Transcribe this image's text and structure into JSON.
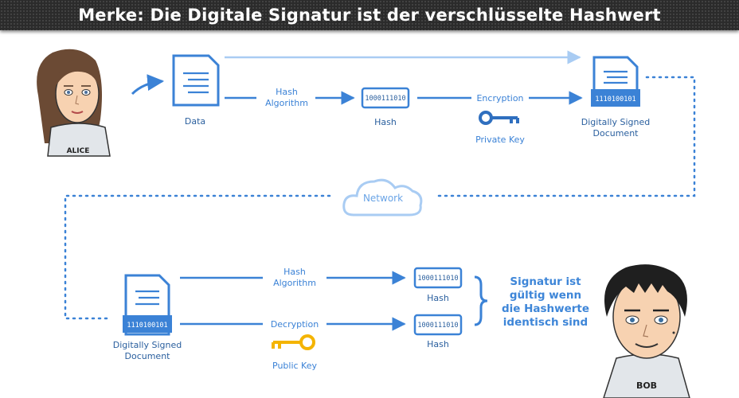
{
  "banner": {
    "title": "Merke: Die Digitale Signatur ist der verschlüsselte Hashwert"
  },
  "sender": {
    "name": "ALICE",
    "data_label": "Data",
    "step1_label_line1": "Hash",
    "step1_label_line2": "Algorithm",
    "hash_value": "1000111010",
    "hash_label": "Hash",
    "step2_label": "Encryption",
    "key_label": "Private Key",
    "signed_doc_value": "1110100101",
    "signed_doc_line1": "Digitally Signed",
    "signed_doc_line2": "Document"
  },
  "network": {
    "label": "Network"
  },
  "receiver": {
    "name": "BOB",
    "signed_doc_value": "1110100101",
    "signed_doc_line1": "Digitally Signed",
    "signed_doc_line2": "Document",
    "hash_step_line1": "Hash",
    "hash_step_line2": "Algorithm",
    "hash1_value": "1000111010",
    "hash1_label": "Hash",
    "decrypt_label": "Decryption",
    "key_label": "Public Key",
    "hash2_value": "1000111010",
    "hash2_label": "Hash",
    "conclusion_lines": [
      "Signatur ist",
      "gültig wenn",
      "die Hashwerte",
      "identisch sind"
    ]
  },
  "colors": {
    "primary_blue": "#3b82d6",
    "light_blue": "#a9ccf3",
    "key_dark_blue": "#2f6fbf",
    "key_yellow": "#f4b400",
    "banner_bg": "#2b2b2b"
  },
  "icons": [
    "document-icon",
    "hash-box-icon",
    "key-icon",
    "cloud-icon",
    "brace-icon",
    "alice-avatar",
    "bob-avatar"
  ]
}
